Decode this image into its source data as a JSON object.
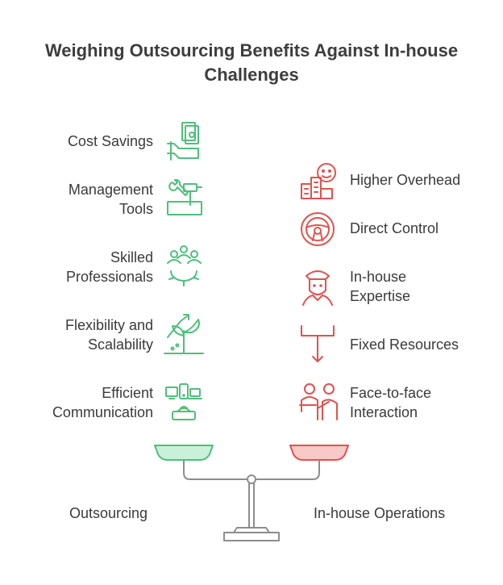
{
  "title": {
    "line1": "Weighing Outsourcing Benefits Against In-house",
    "line2": "Challenges"
  },
  "left_items": [
    {
      "lines": [
        "Cost Savings"
      ],
      "icon": "money-hand-icon"
    },
    {
      "lines": [
        "Management",
        "Tools"
      ],
      "icon": "tools-icon"
    },
    {
      "lines": [
        "Skilled",
        "Professionals"
      ],
      "icon": "people-gear-icon"
    },
    {
      "lines": [
        "Flexibility and",
        "Scalability"
      ],
      "icon": "growth-plant-icon"
    },
    {
      "lines": [
        "Efficient",
        "Communication"
      ],
      "icon": "devices-network-icon"
    }
  ],
  "right_items": [
    {
      "lines": [
        "Higher Overhead"
      ],
      "icon": "person-building-icon"
    },
    {
      "lines": [
        "Direct Control"
      ],
      "icon": "steering-wheel-icon"
    },
    {
      "lines": [
        "In-house",
        "Expertise"
      ],
      "icon": "expert-person-icon"
    },
    {
      "lines": [
        "Fixed Resources"
      ],
      "icon": "fixed-arrow-icon"
    },
    {
      "lines": [
        "Face-to-face",
        "Interaction"
      ],
      "icon": "meeting-people-icon"
    }
  ],
  "captions": {
    "left": "Outsourcing",
    "right": "In-house Operations"
  },
  "colors": {
    "green": "#4fbf7c",
    "green_fill": "#c9f0d9",
    "red": "#e0524f",
    "red_fill": "#f8c9c7",
    "scale": "#8d8d8d"
  }
}
